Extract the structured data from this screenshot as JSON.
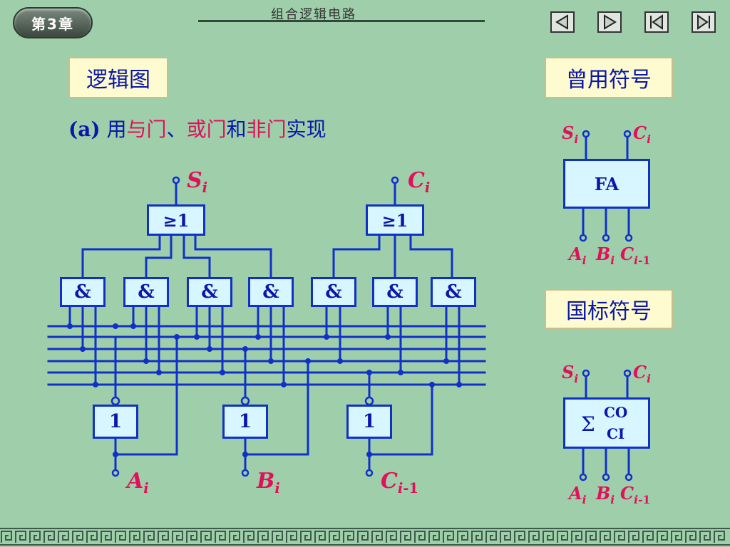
{
  "header": {
    "chapter_badge": "第3章",
    "title": "组合逻辑电路"
  },
  "nav": {
    "prev_icon": "triangle-left-icon",
    "next_icon": "triangle-right-icon",
    "first_icon": "skip-first-icon",
    "last_icon": "skip-last-icon"
  },
  "labels": {
    "logic_diagram": "逻辑图",
    "common_symbol": "曾用符号",
    "national_symbol": "国标符号"
  },
  "subtitle": {
    "tag": "(a)",
    "p1": " 用",
    "p2": "与门",
    "p3": "、",
    "p4": "或门",
    "p5": "和",
    "p6": "非门",
    "p7": "实现"
  },
  "gates": {
    "or_label": "≥1",
    "and_label": "&",
    "not_label": "1"
  },
  "signals": {
    "S": "S",
    "S_sub": "i",
    "C": "C",
    "C_sub": "i",
    "A": "A",
    "A_sub": "i",
    "B": "B",
    "B_sub": "i",
    "Cin": "C",
    "Cin_sub_i": "i",
    "Cin_sub_rest": "-1"
  },
  "fa_symbol": {
    "label": "FA"
  },
  "gb_symbol": {
    "sigma": "Σ",
    "co": "CO",
    "ci": "CI"
  },
  "colors": {
    "background": "#9fcfaa",
    "wire": "#1030c8",
    "gate_fill": "#d8f6ff",
    "signal": "#e0105a",
    "text": "#0a17a8"
  }
}
